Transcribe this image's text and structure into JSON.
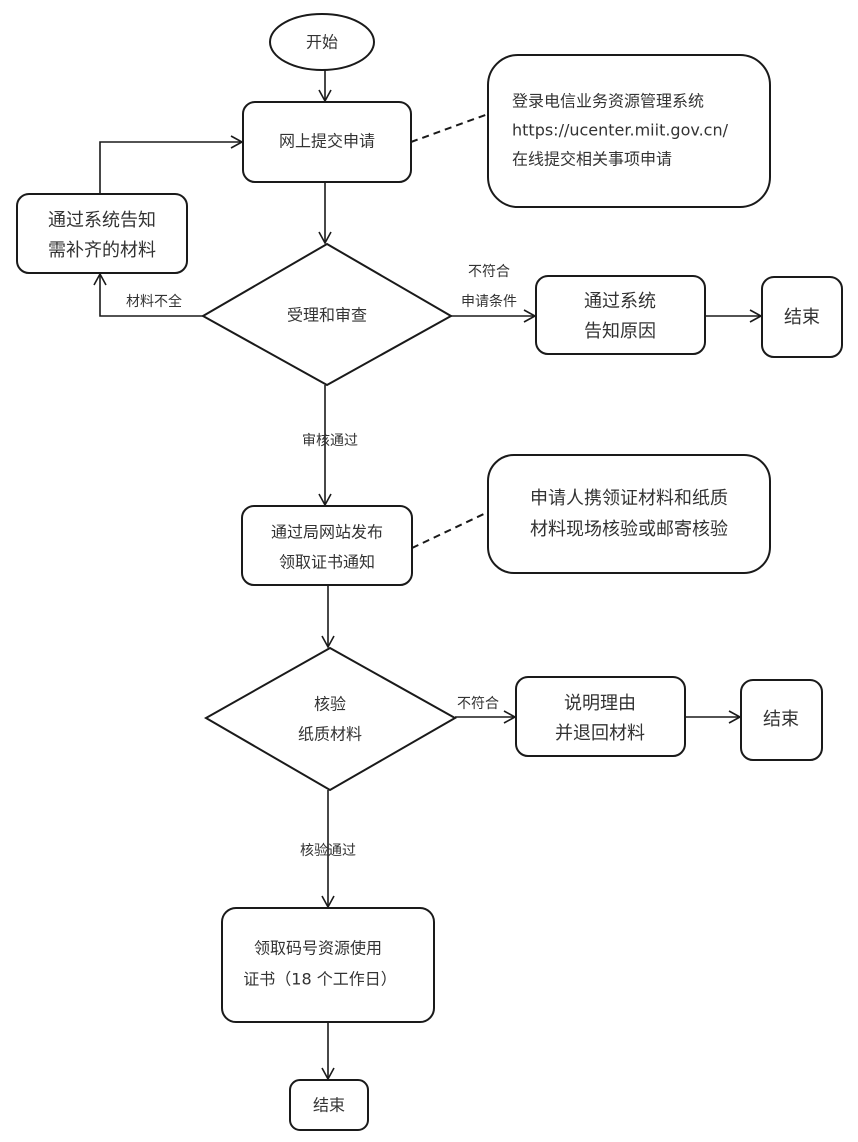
{
  "nodes": {
    "start": "开始",
    "submit": "网上提交申请",
    "note1": [
      "登录电信业务资源管理系统",
      "https://ucenter.miit.gov.cn/",
      "在线提交相关事项申请"
    ],
    "supplement": [
      "通过系统告知",
      "需补齐的材料"
    ],
    "review": "受理和审查",
    "reason": [
      "通过系统",
      "告知原因"
    ],
    "end1": "结束",
    "publish": [
      "通过局网站发布",
      "领取证书通知"
    ],
    "note2": [
      "申请人携领证材料和纸质",
      "材料现场核验或邮寄核验"
    ],
    "verify": [
      "核验",
      "纸质材料"
    ],
    "returned": [
      "说明理由",
      "并退回材料"
    ],
    "end2": "结束",
    "certificate": [
      "领取码号资源使用",
      "证书（18 个工作日）"
    ],
    "end3": "结束"
  },
  "edges": {
    "incomplete": "材料不全",
    "not_meet_1": "不符合",
    "not_meet_2": "申请条件",
    "review_passed": "审核通过",
    "not_meet_verify": "不符合",
    "verify_passed": "核验通过"
  }
}
